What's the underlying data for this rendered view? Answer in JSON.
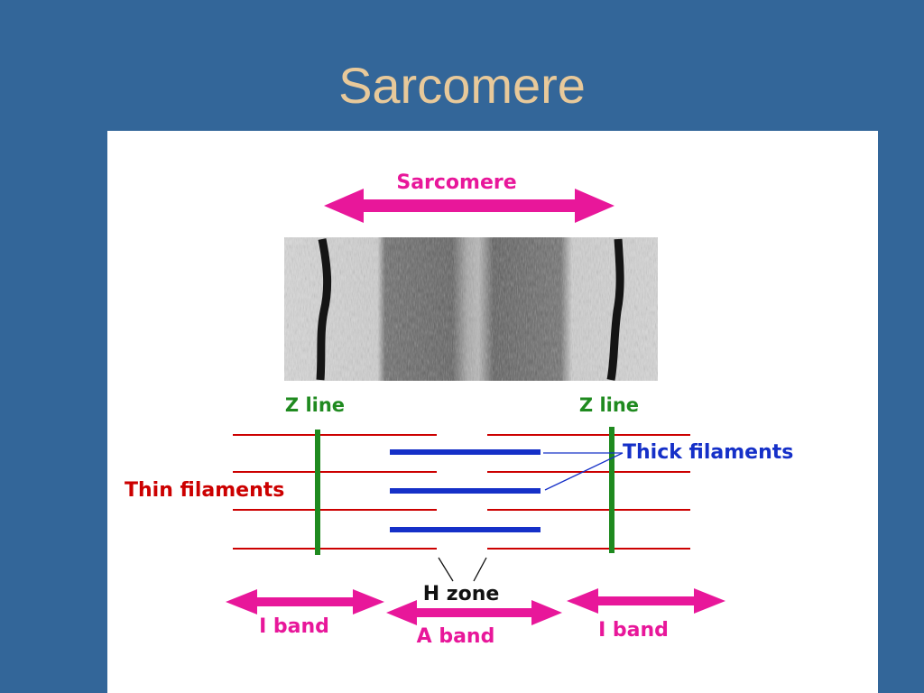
{
  "slide": {
    "title": "Sarcomere"
  },
  "diagram": {
    "sarcomere_label": "Sarcomere",
    "z_line_left_label": "Z line",
    "z_line_right_label": "Z line",
    "thick_filaments_label": "Thick filaments",
    "thin_filaments_label": "Thin filaments",
    "h_zone_label": "H zone",
    "i_band_left_label": "I band",
    "a_band_label": "A band",
    "i_band_right_label": "I band"
  },
  "colors": {
    "background": "#336699",
    "title": "#E8C99A",
    "band_arrows": "#E8179A",
    "z_lines": "#1F8A1F",
    "thin_filaments": "#CC0000",
    "thick_filaments": "#1530C8"
  }
}
